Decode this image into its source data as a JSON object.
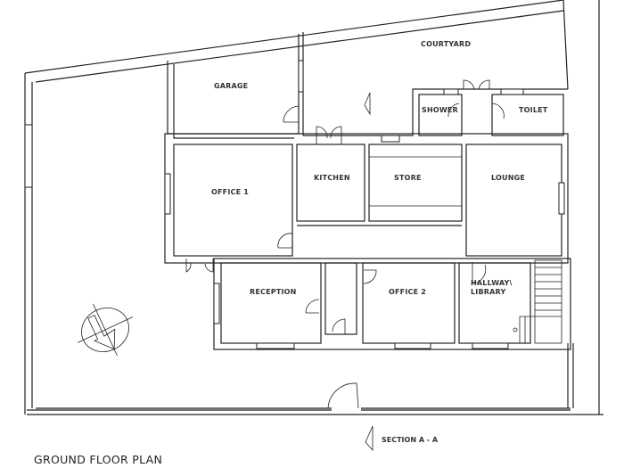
{
  "plan": {
    "title": "GROUND FLOOR PLAN",
    "section_label": "SECTION A - A",
    "rooms": {
      "courtyard": "COURTYARD",
      "garage": "GARAGE",
      "shower": "SHOWER",
      "toilet": "TOILET",
      "office1": "OFFICE 1",
      "kitchen": "KITCHEN",
      "store": "STORE",
      "lounge": "LOUNGE",
      "reception": "RECEPTION",
      "office2": "OFFICE 2",
      "hallway": "HALLWAY\\",
      "library": "LIBRARY"
    },
    "colors": {
      "line": "#222222",
      "background": "#ffffff"
    }
  }
}
